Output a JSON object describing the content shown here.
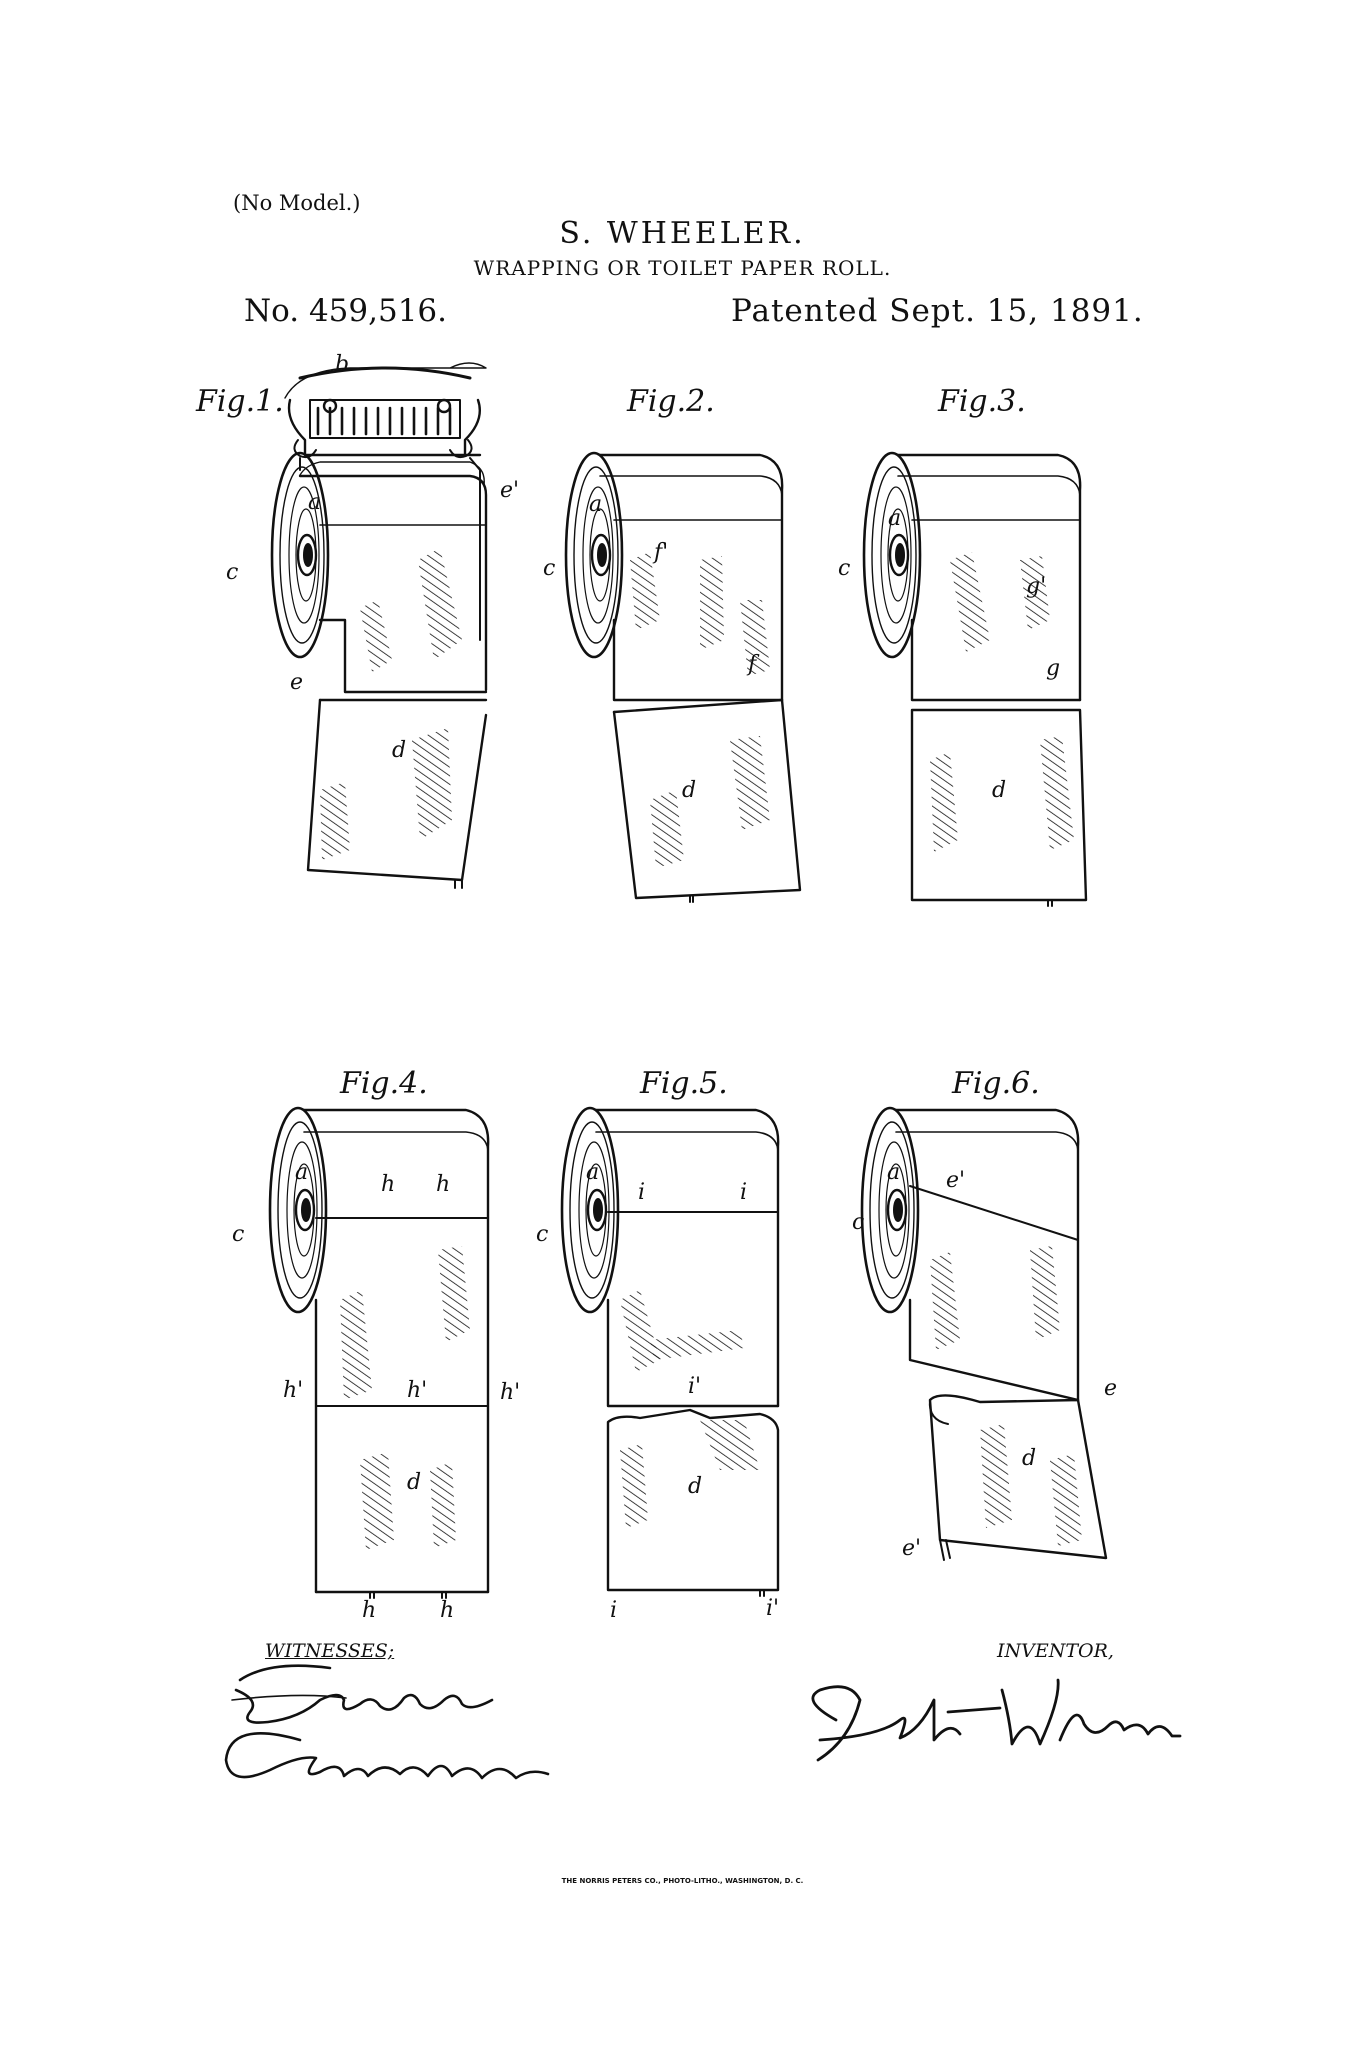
{
  "header": {
    "no_model": "(No Model.)",
    "inventor": "S. WHEELER.",
    "subtitle": "WRAPPING OR TOILET PAPER ROLL.",
    "patent_number": "No. 459,516.",
    "patent_date": "Patented Sept. 15, 1891."
  },
  "figures": [
    {
      "label": "Fig.1.",
      "refs": [
        "b",
        "a",
        "c",
        "e'",
        "e",
        "d"
      ]
    },
    {
      "label": "Fig.2.",
      "refs": [
        "a",
        "c",
        "f'",
        "f",
        "d"
      ]
    },
    {
      "label": "Fig.3.",
      "refs": [
        "a",
        "c",
        "g'",
        "g",
        "d"
      ]
    },
    {
      "label": "Fig.4.",
      "refs": [
        "a",
        "c",
        "h",
        "h",
        "h'",
        "h'",
        "h'",
        "d",
        "h",
        "h"
      ]
    },
    {
      "label": "Fig.5.",
      "refs": [
        "a",
        "c",
        "i",
        "i",
        "i'",
        "d",
        "i",
        "i'"
      ]
    },
    {
      "label": "Fig.6.",
      "refs": [
        "a",
        "c",
        "e'",
        "e",
        "d",
        "e'"
      ]
    }
  ],
  "footer": {
    "witnesses_label": "WITNESSES;",
    "inventor_label": "INVENTOR,",
    "printer": "THE NORRIS PETERS CO., PHOTO-LITHO., WASHINGTON, D. C."
  },
  "signatures": {
    "witness1": "E. W. Wheeler",
    "witness2": "Wm. A. Wheeler",
    "inventor": "Seth Wheeler"
  },
  "colors": {
    "ink": "#111111",
    "paper": "#ffffff"
  }
}
